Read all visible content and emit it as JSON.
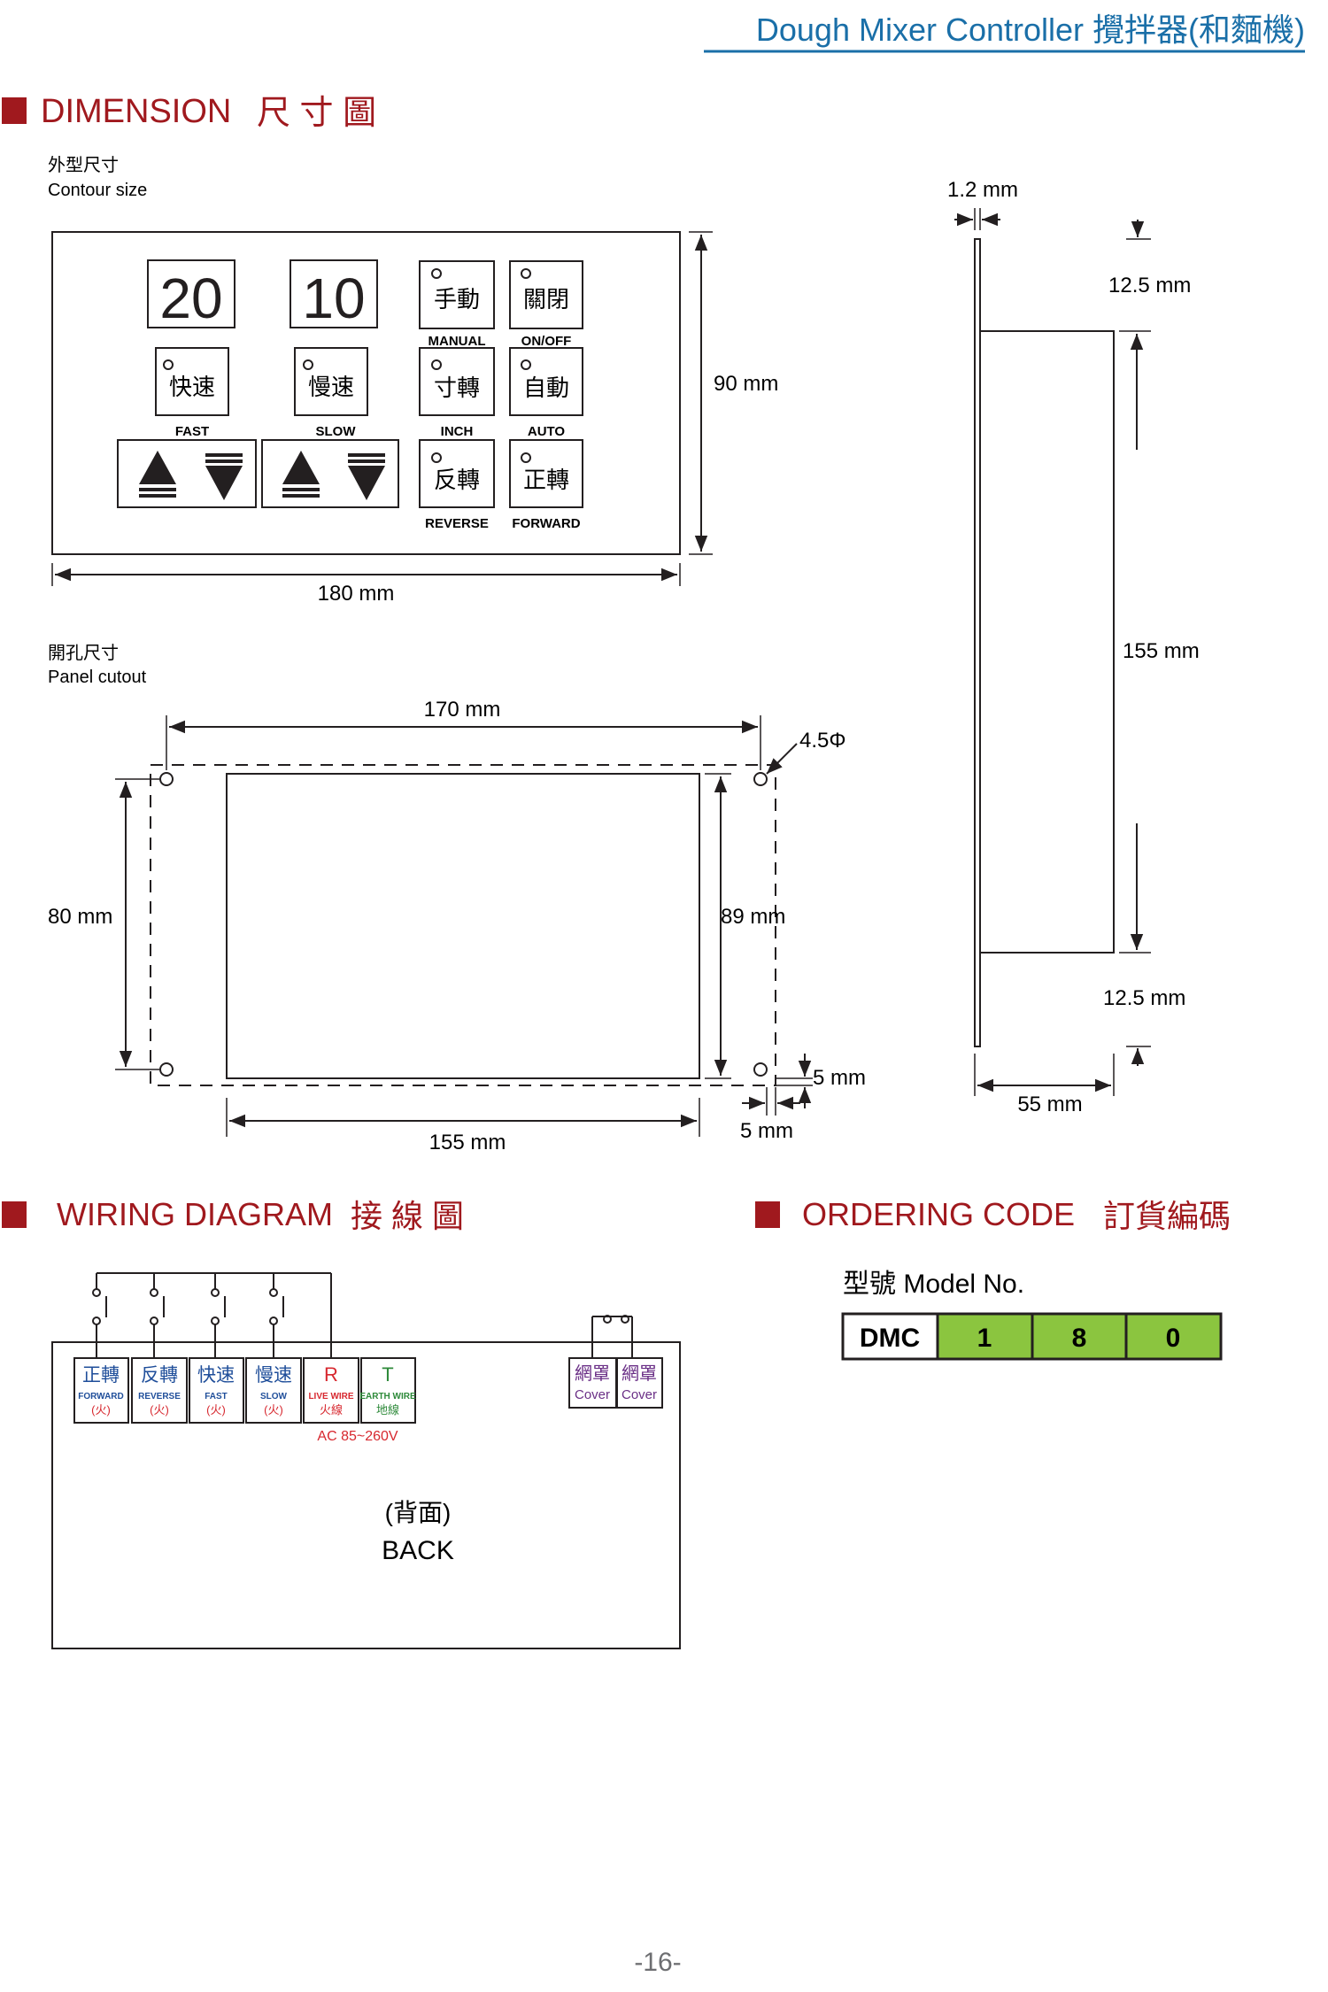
{
  "header": {
    "title": "Dough Mixer Controller 攪拌器(和麵機)",
    "underline_color": "#1a6fa8",
    "text_color": "#1a6fa8"
  },
  "colors": {
    "section_red": "#a0191e",
    "order_green": "#8bc53f",
    "blue_label": "#1f4e9a",
    "red_label": "#d7282f",
    "green_label": "#2e8a3a",
    "purple_label": "#6a2f86"
  },
  "dimension": {
    "heading": "DIMENSION",
    "heading_zh": "尺 寸 圖",
    "contour_label_zh": "外型尺寸",
    "contour_label_en": "Contour size",
    "contour_width": "180 mm",
    "contour_height": "90 mm",
    "display_left": "20",
    "display_right": "10",
    "keys": [
      {
        "zh": "手動",
        "en": "MANUAL"
      },
      {
        "zh": "關閉",
        "en": "ON/OFF"
      },
      {
        "zh": "快速",
        "en": "FAST"
      },
      {
        "zh": "慢速",
        "en": "SLOW"
      },
      {
        "zh": "寸轉",
        "en": "INCH"
      },
      {
        "zh": "自動",
        "en": "AUTO"
      },
      {
        "zh": "反轉",
        "en": "REVERSE"
      },
      {
        "zh": "正轉",
        "en": "FORWARD"
      }
    ],
    "cutout_label_zh": "開孔尺寸",
    "cutout_label_en": "Panel cutout",
    "cutout_hole_span": "170 mm",
    "cutout_hole_dia": "4.5Φ",
    "cutout_hole_vspan": "80 mm",
    "cutout_height": "89 mm",
    "cutout_width": "155 mm",
    "cutout_margin_v": "5 mm",
    "cutout_margin_h": "5 mm",
    "side_thickness": "1.2 mm",
    "side_top": "12.5 mm",
    "side_body": "155 mm",
    "side_bottom": "12.5 mm",
    "side_depth": "55 mm"
  },
  "wiring": {
    "heading": "WIRING DIAGRAM",
    "heading_zh": "接 線 圖",
    "terminals": [
      {
        "zh": "正轉",
        "en": "FORWARD",
        "sub": "(火)",
        "color": "blue"
      },
      {
        "zh": "反轉",
        "en": "REVERSE",
        "sub": "(火)",
        "color": "blue"
      },
      {
        "zh": "快速",
        "en": "FAST",
        "sub": "(火)",
        "color": "blue"
      },
      {
        "zh": "慢速",
        "en": "SLOW",
        "sub": "(火)",
        "color": "blue"
      },
      {
        "zh": "R",
        "en": "LIVE WIRE",
        "sub": "火線",
        "color": "red"
      },
      {
        "zh": "T",
        "en": "EARTH WIRE",
        "sub": "地線",
        "color": "green"
      }
    ],
    "ac_label": "AC 85~260V",
    "cover_terminals": [
      {
        "zh": "網罩",
        "en": "Cover"
      },
      {
        "zh": "網罩",
        "en": "Cover"
      }
    ],
    "back_zh": "(背面)",
    "back_en": "BACK"
  },
  "ordering": {
    "heading": "ORDERING CODE",
    "heading_zh": "訂貨編碼",
    "model_label": "型號 Model No.",
    "code": [
      "DMC",
      "1",
      "8",
      "0"
    ]
  },
  "page_number": "-16-"
}
